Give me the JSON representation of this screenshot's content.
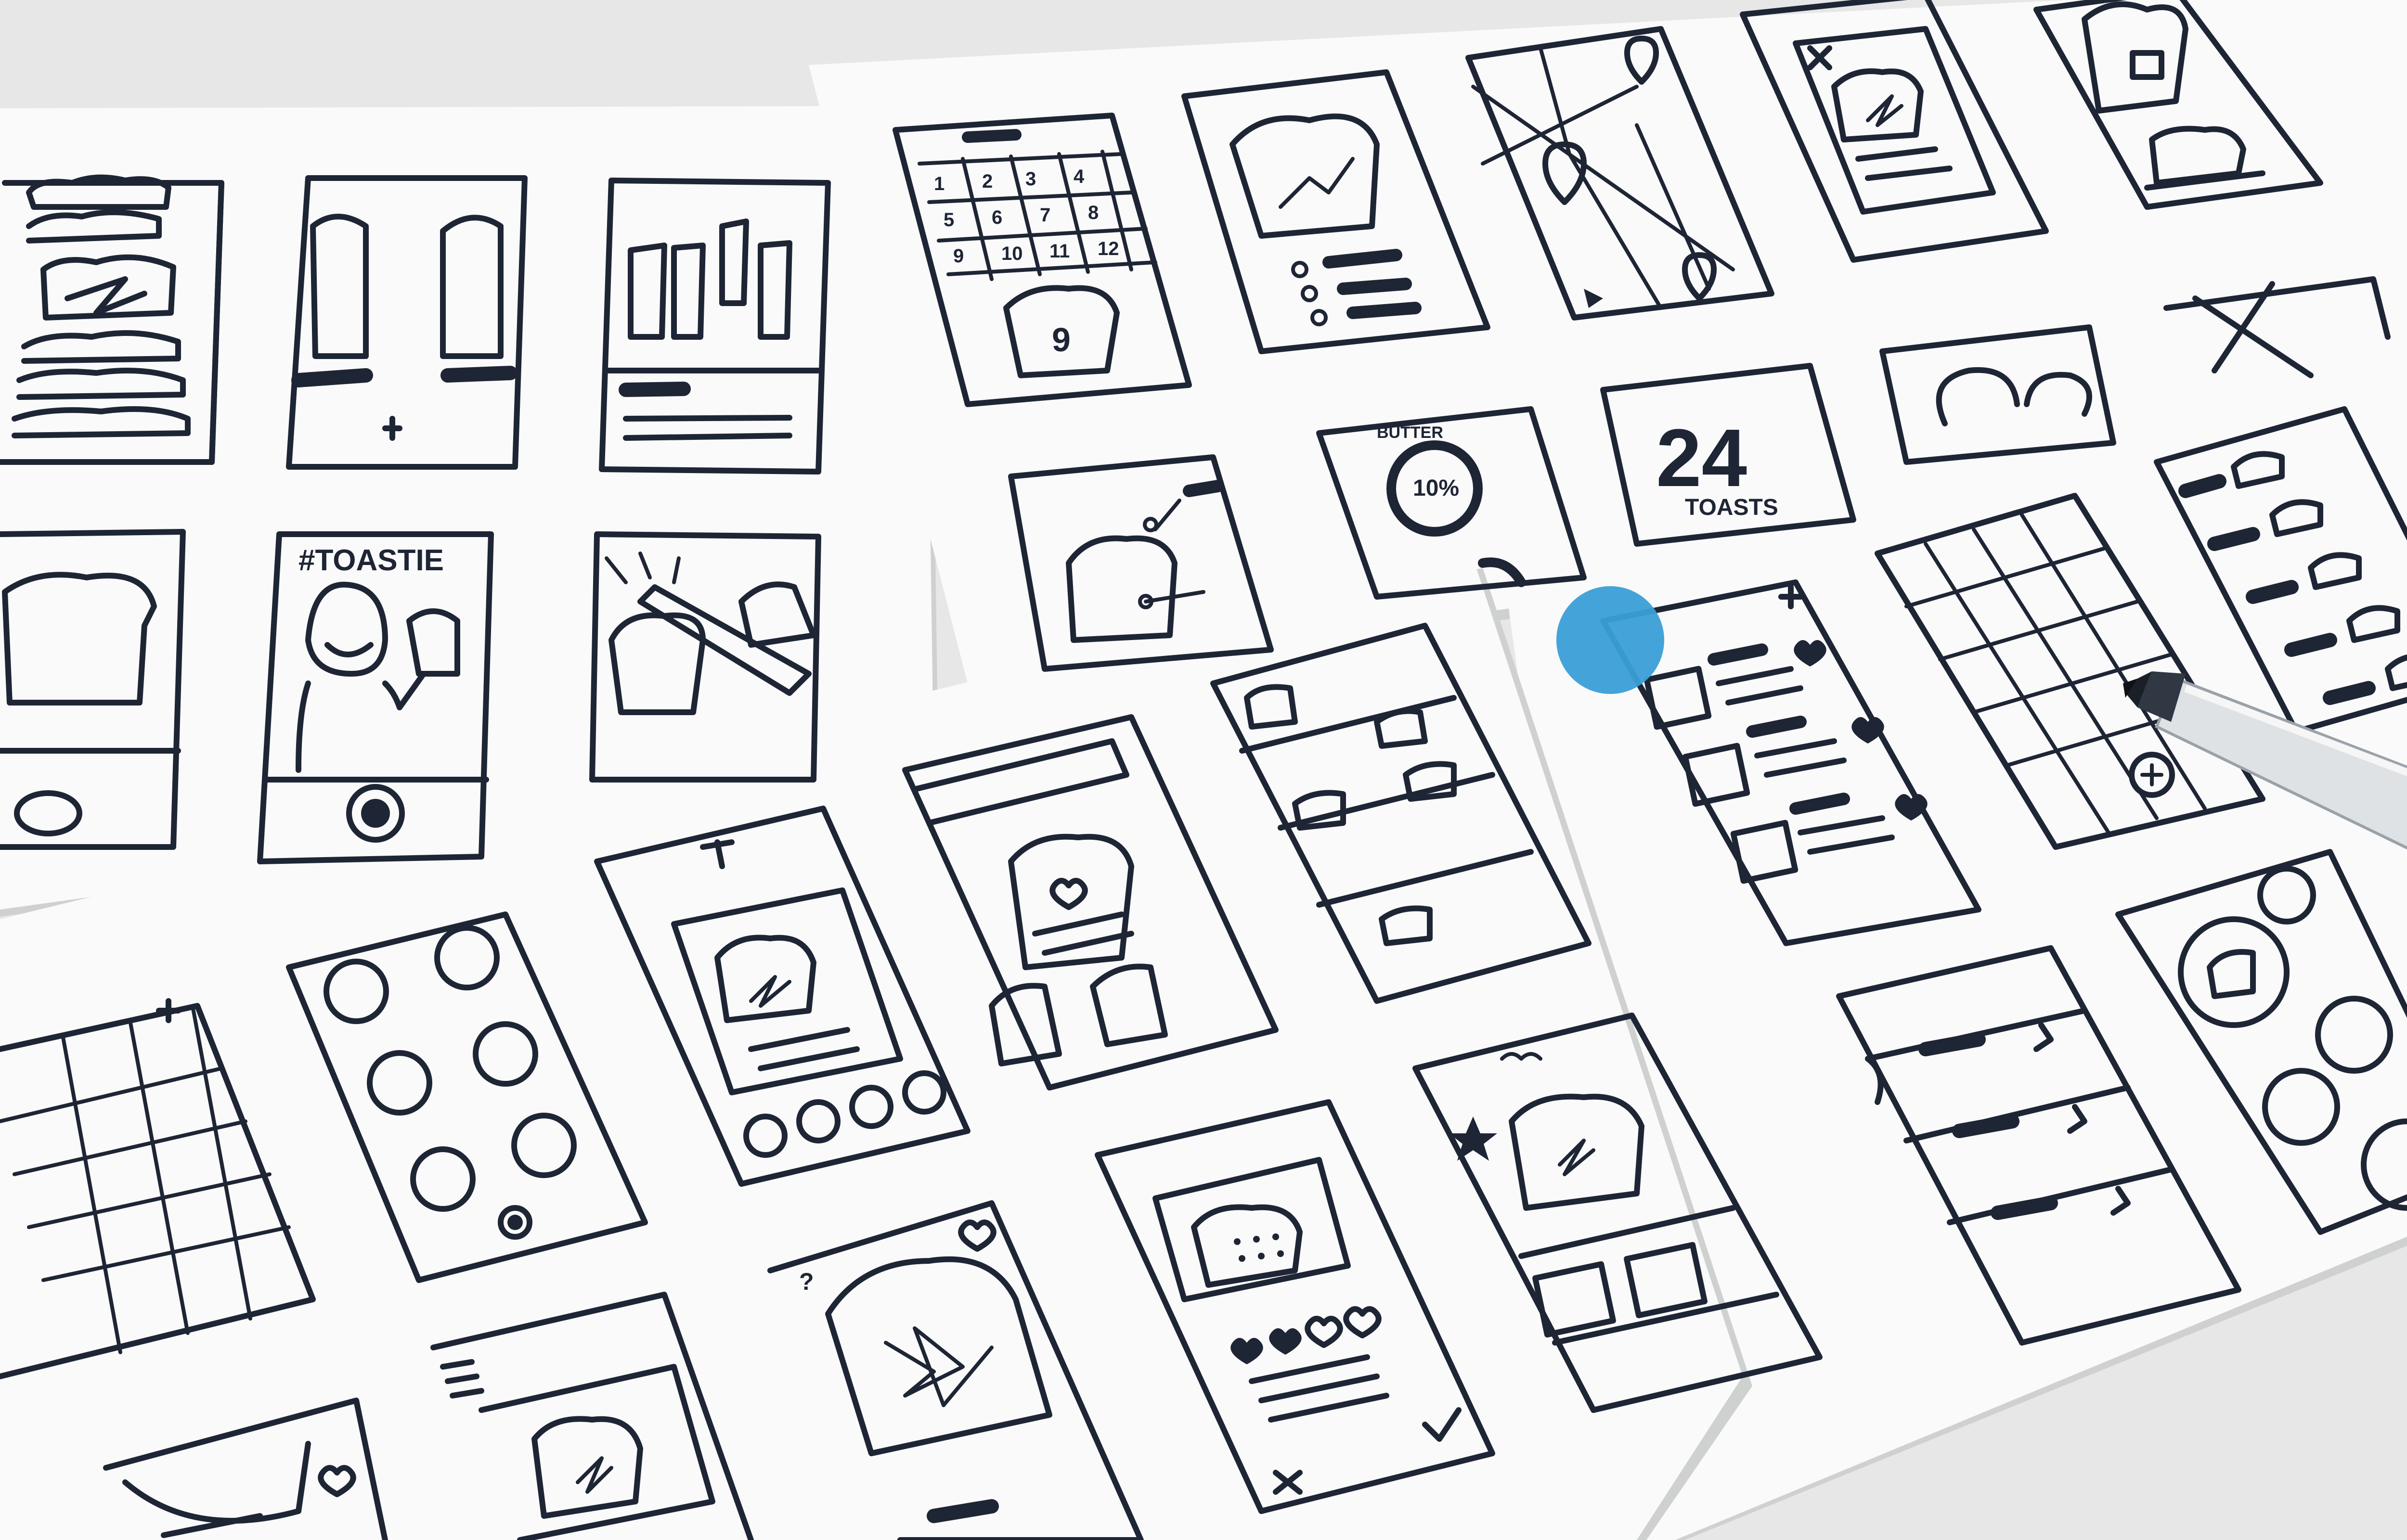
{
  "scene": {
    "description_type": "photo",
    "background_color": "#e6e7e6",
    "ink_color": "#1e2535",
    "paper_color": "#fafafa",
    "accent_dot_color": "#3a9fd7"
  },
  "handwritten": {
    "hashtag": "#TOASTIE",
    "butter_label": "BUTTER",
    "butter_percent": "10%",
    "toast_count": "24",
    "toast_count_label": "TOASTS",
    "calendar_numbers": [
      "1",
      "2",
      "3",
      "4",
      "5",
      "6",
      "7",
      "8",
      "9",
      "10",
      "11",
      "12"
    ],
    "toast_number": "9"
  }
}
